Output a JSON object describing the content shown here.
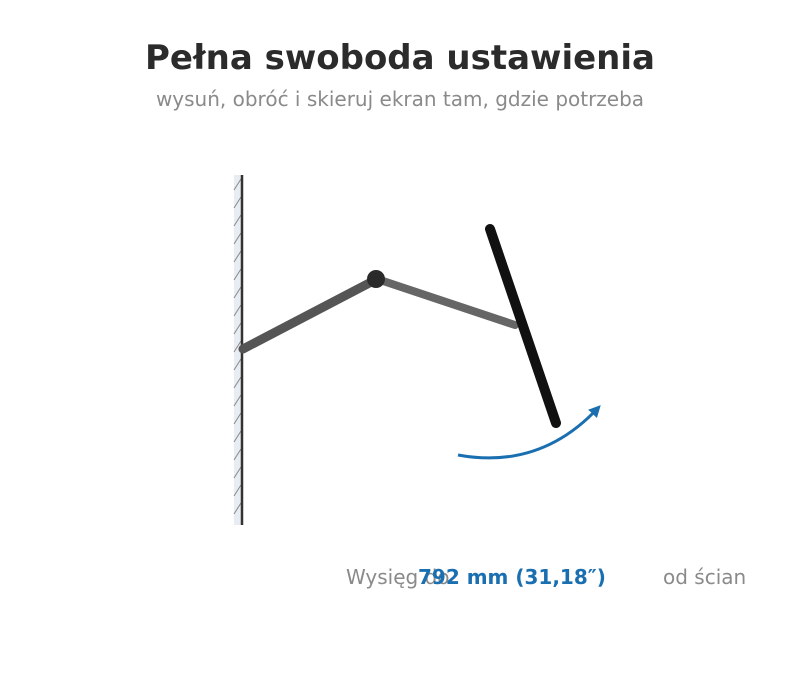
{
  "header": {
    "title": "Pełna swoboda ustawienia",
    "subtitle": "wysuń, obróć i skieruj ekran tam, gdzie potrzeba"
  },
  "caption": {
    "prefix": "Wysięg do",
    "value": "792 mm (31,18″)",
    "suffix": "od ścian"
  },
  "colors": {
    "title": "#2b2b2b",
    "muted": "#8a8a8a",
    "accent": "#1a6fb0",
    "arm_upper": "#555555",
    "arm_lower": "#666666",
    "screen": "#111111",
    "wall": "#333333",
    "wall_fill": "#e8edf3"
  }
}
